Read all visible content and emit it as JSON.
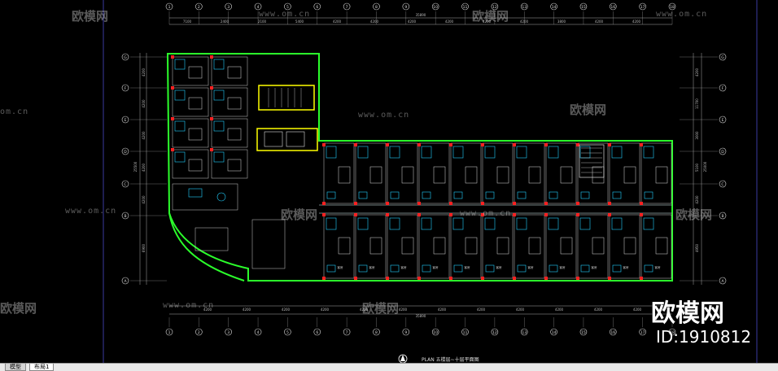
{
  "watermarks": {
    "site": "www.om.cn",
    "site_short": "om.cn",
    "brand": "欧模网"
  },
  "brand": {
    "name": "欧模网",
    "id": "ID:1910812"
  },
  "drawing": {
    "title": "PLAN 五楼层~十层平面图",
    "row_axes": [
      "G",
      "F",
      "E",
      "D",
      "C",
      "B",
      "A"
    ],
    "column_axes": [
      "1",
      "2",
      "3",
      "4",
      "5",
      "6",
      "7",
      "8",
      "9",
      "10",
      "11",
      "12",
      "13",
      "14",
      "15",
      "16",
      "17",
      "18"
    ],
    "top_dims": [
      "7100",
      "2400",
      "2100",
      "5400",
      "4200",
      "4200",
      "4200",
      "4200",
      "4200",
      "4200",
      "3800",
      "4200",
      "4200"
    ],
    "top_total": "35890",
    "bottom_dims": [
      "4200",
      "4200",
      "4200",
      "4200",
      "4200",
      "4200",
      "4200",
      "4200",
      "4200",
      "4200",
      "4200",
      "4200"
    ],
    "bottom_total": "35890",
    "left_dims": [
      "4200",
      "4200",
      "4200",
      "4200",
      "4200",
      "6900"
    ],
    "left_total": "25500",
    "right_dims": [
      "4200",
      "11700",
      "3000",
      "5100",
      "4200",
      "4950"
    ],
    "right_total": "25000",
    "room_label": "客房"
  },
  "colors": {
    "wall_green": "#2bff2b",
    "stair_yellow": "#ffff00",
    "column_red": "#ff2020",
    "furniture_cyan": "#22d0ff",
    "axis_white": "#dddddd"
  },
  "tabs": [
    {
      "label": "模型",
      "active": true
    },
    {
      "label": "布局1",
      "active": false
    }
  ]
}
